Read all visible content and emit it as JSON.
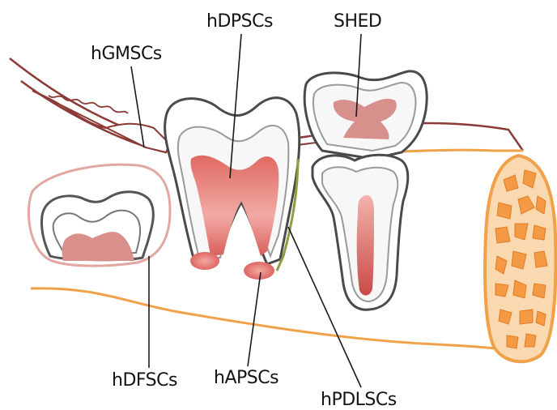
{
  "labels": {
    "hgmscs": "hGMSCs",
    "hdpscs": "hDPSCs",
    "shed": "SHED",
    "hdfscs": "hDFSCs",
    "hapscs": "hAPSCs",
    "hpdlscs": "hPDLSCs"
  },
  "colors": {
    "gingiva": "#8b3a36",
    "bone": "#f0a24a",
    "pulp": "#d9605b",
    "enamel_outline": "#555555",
    "pdl": "#8aa040",
    "leader": "#1a1a1a"
  }
}
